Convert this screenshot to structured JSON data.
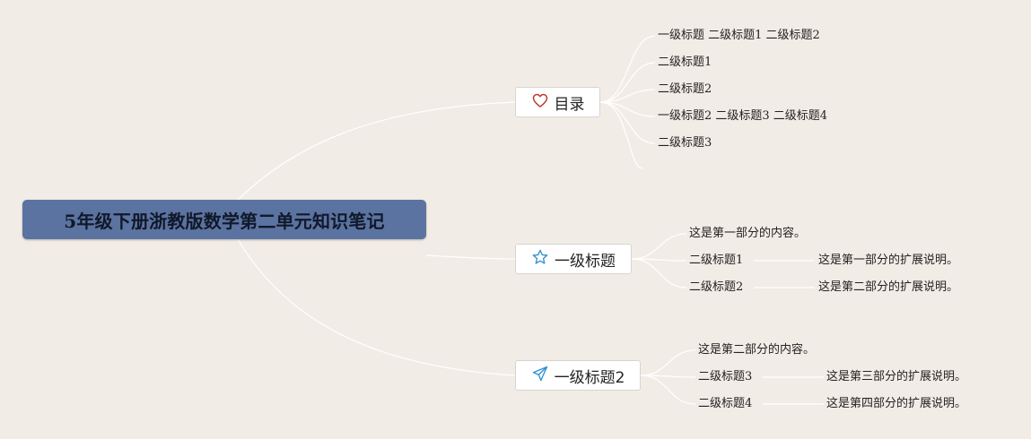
{
  "root": {
    "title": "5年级下册浙教版数学第二单元知识笔记"
  },
  "branches": [
    {
      "label": "目录",
      "icon": "heart-icon",
      "icon_color": "#c0392b",
      "children": [
        "一级标题 二级标题1 二级标题2",
        "二级标题1",
        "二级标题2",
        "一级标题2 二级标题3 二级标题4",
        "二级标题3",
        ""
      ]
    },
    {
      "label": "一级标题",
      "icon": "star-icon",
      "icon_color": "#2e8fd0",
      "content": "这是第一部分的内容。",
      "subs": [
        {
          "label": "二级标题1",
          "ext": "这是第一部分的扩展说明。"
        },
        {
          "label": "二级标题2",
          "ext": "这是第二部分的扩展说明。"
        }
      ]
    },
    {
      "label": "一级标题2",
      "icon": "paper-plane-icon",
      "icon_color": "#2e8fd0",
      "content": "这是第二部分的内容。",
      "subs": [
        {
          "label": "二级标题3",
          "ext": "这是第三部分的扩展说明。"
        },
        {
          "label": "二级标题4",
          "ext": "这是第四部分的扩展说明。"
        }
      ]
    }
  ],
  "colors": {
    "background": "#f2ece6",
    "root_fill": "#5b73a0",
    "connector": "#ffffff"
  }
}
